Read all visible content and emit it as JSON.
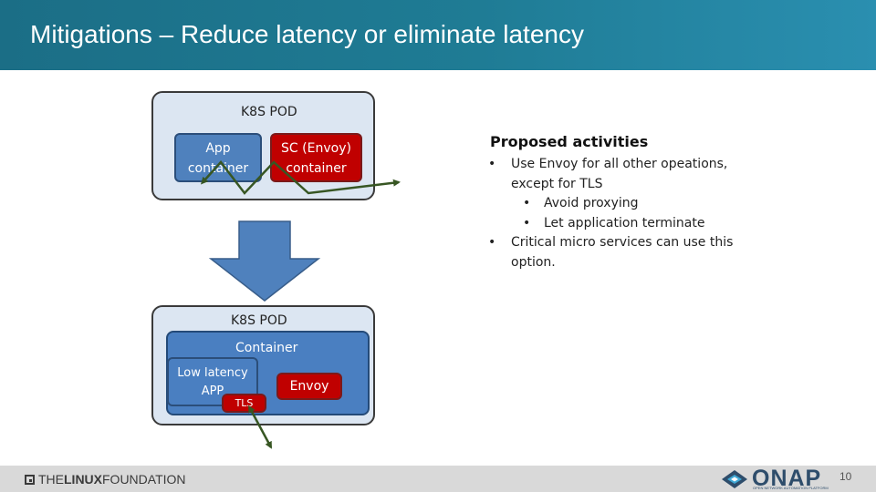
{
  "header": {
    "title": "Mitigations – Reduce latency or eliminate latency"
  },
  "top_pod": {
    "label": "K8S POD",
    "app_container": [
      "App",
      "container"
    ],
    "sc_container": [
      "SC (Envoy)",
      "container"
    ]
  },
  "bottom_pod": {
    "label": "K8S POD",
    "container_label": "Container",
    "low_latency": [
      "Low latency",
      "APP"
    ],
    "tls": "TLS",
    "envoy": "Envoy"
  },
  "activities": {
    "heading": "Proposed activities",
    "bullet1": "Use Envoy for all other opeations, except for TLS",
    "sub1": "Avoid proxying",
    "sub2": "Let application terminate",
    "bullet2": "Critical micro services can use this option.",
    "dot": "•"
  },
  "footer": {
    "lf_the": "THE",
    "lf_linux": "LINUX",
    "lf_foundation": " FOUNDATION",
    "onap_name": "ONAP",
    "onap_tagline": "OPEN NETWORK AUTOMATION PLATFORM",
    "page_number": "10"
  },
  "colors": {
    "header": "#1f7c95",
    "pod_fill": "#dce6f2",
    "container_blue": "#4a7fc1",
    "envoy_red": "#c00000",
    "arrow_green": "#375623"
  }
}
